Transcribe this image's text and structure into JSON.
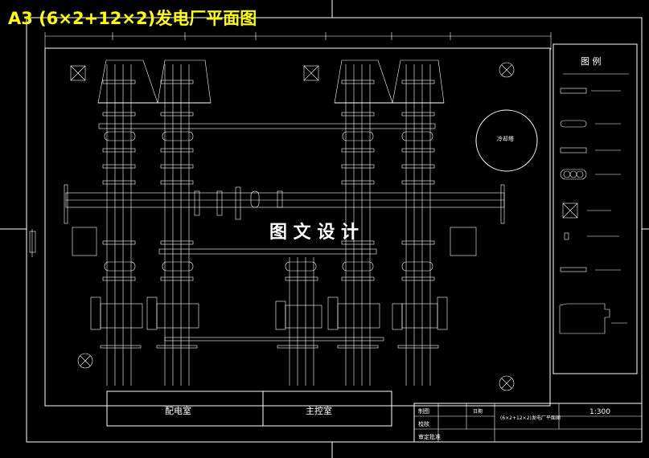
{
  "title": "A3 (6×2+12×2)发电厂平面图",
  "watermark": "图 文 设 计",
  "legend": {
    "heading": "图 例"
  },
  "rooms": {
    "distribution": "配电室",
    "control": "主控室"
  },
  "title_block": {
    "scale": "1:300",
    "row1": "制图",
    "row2": "校核",
    "row3": "审定批准",
    "drawing_name": "(6×2+12×2)发电厂平面图",
    "cell": "日期"
  },
  "tower": "冷却塔",
  "colors": {
    "line": "#ffffff",
    "title": "#ffff00",
    "background": "#000000"
  }
}
